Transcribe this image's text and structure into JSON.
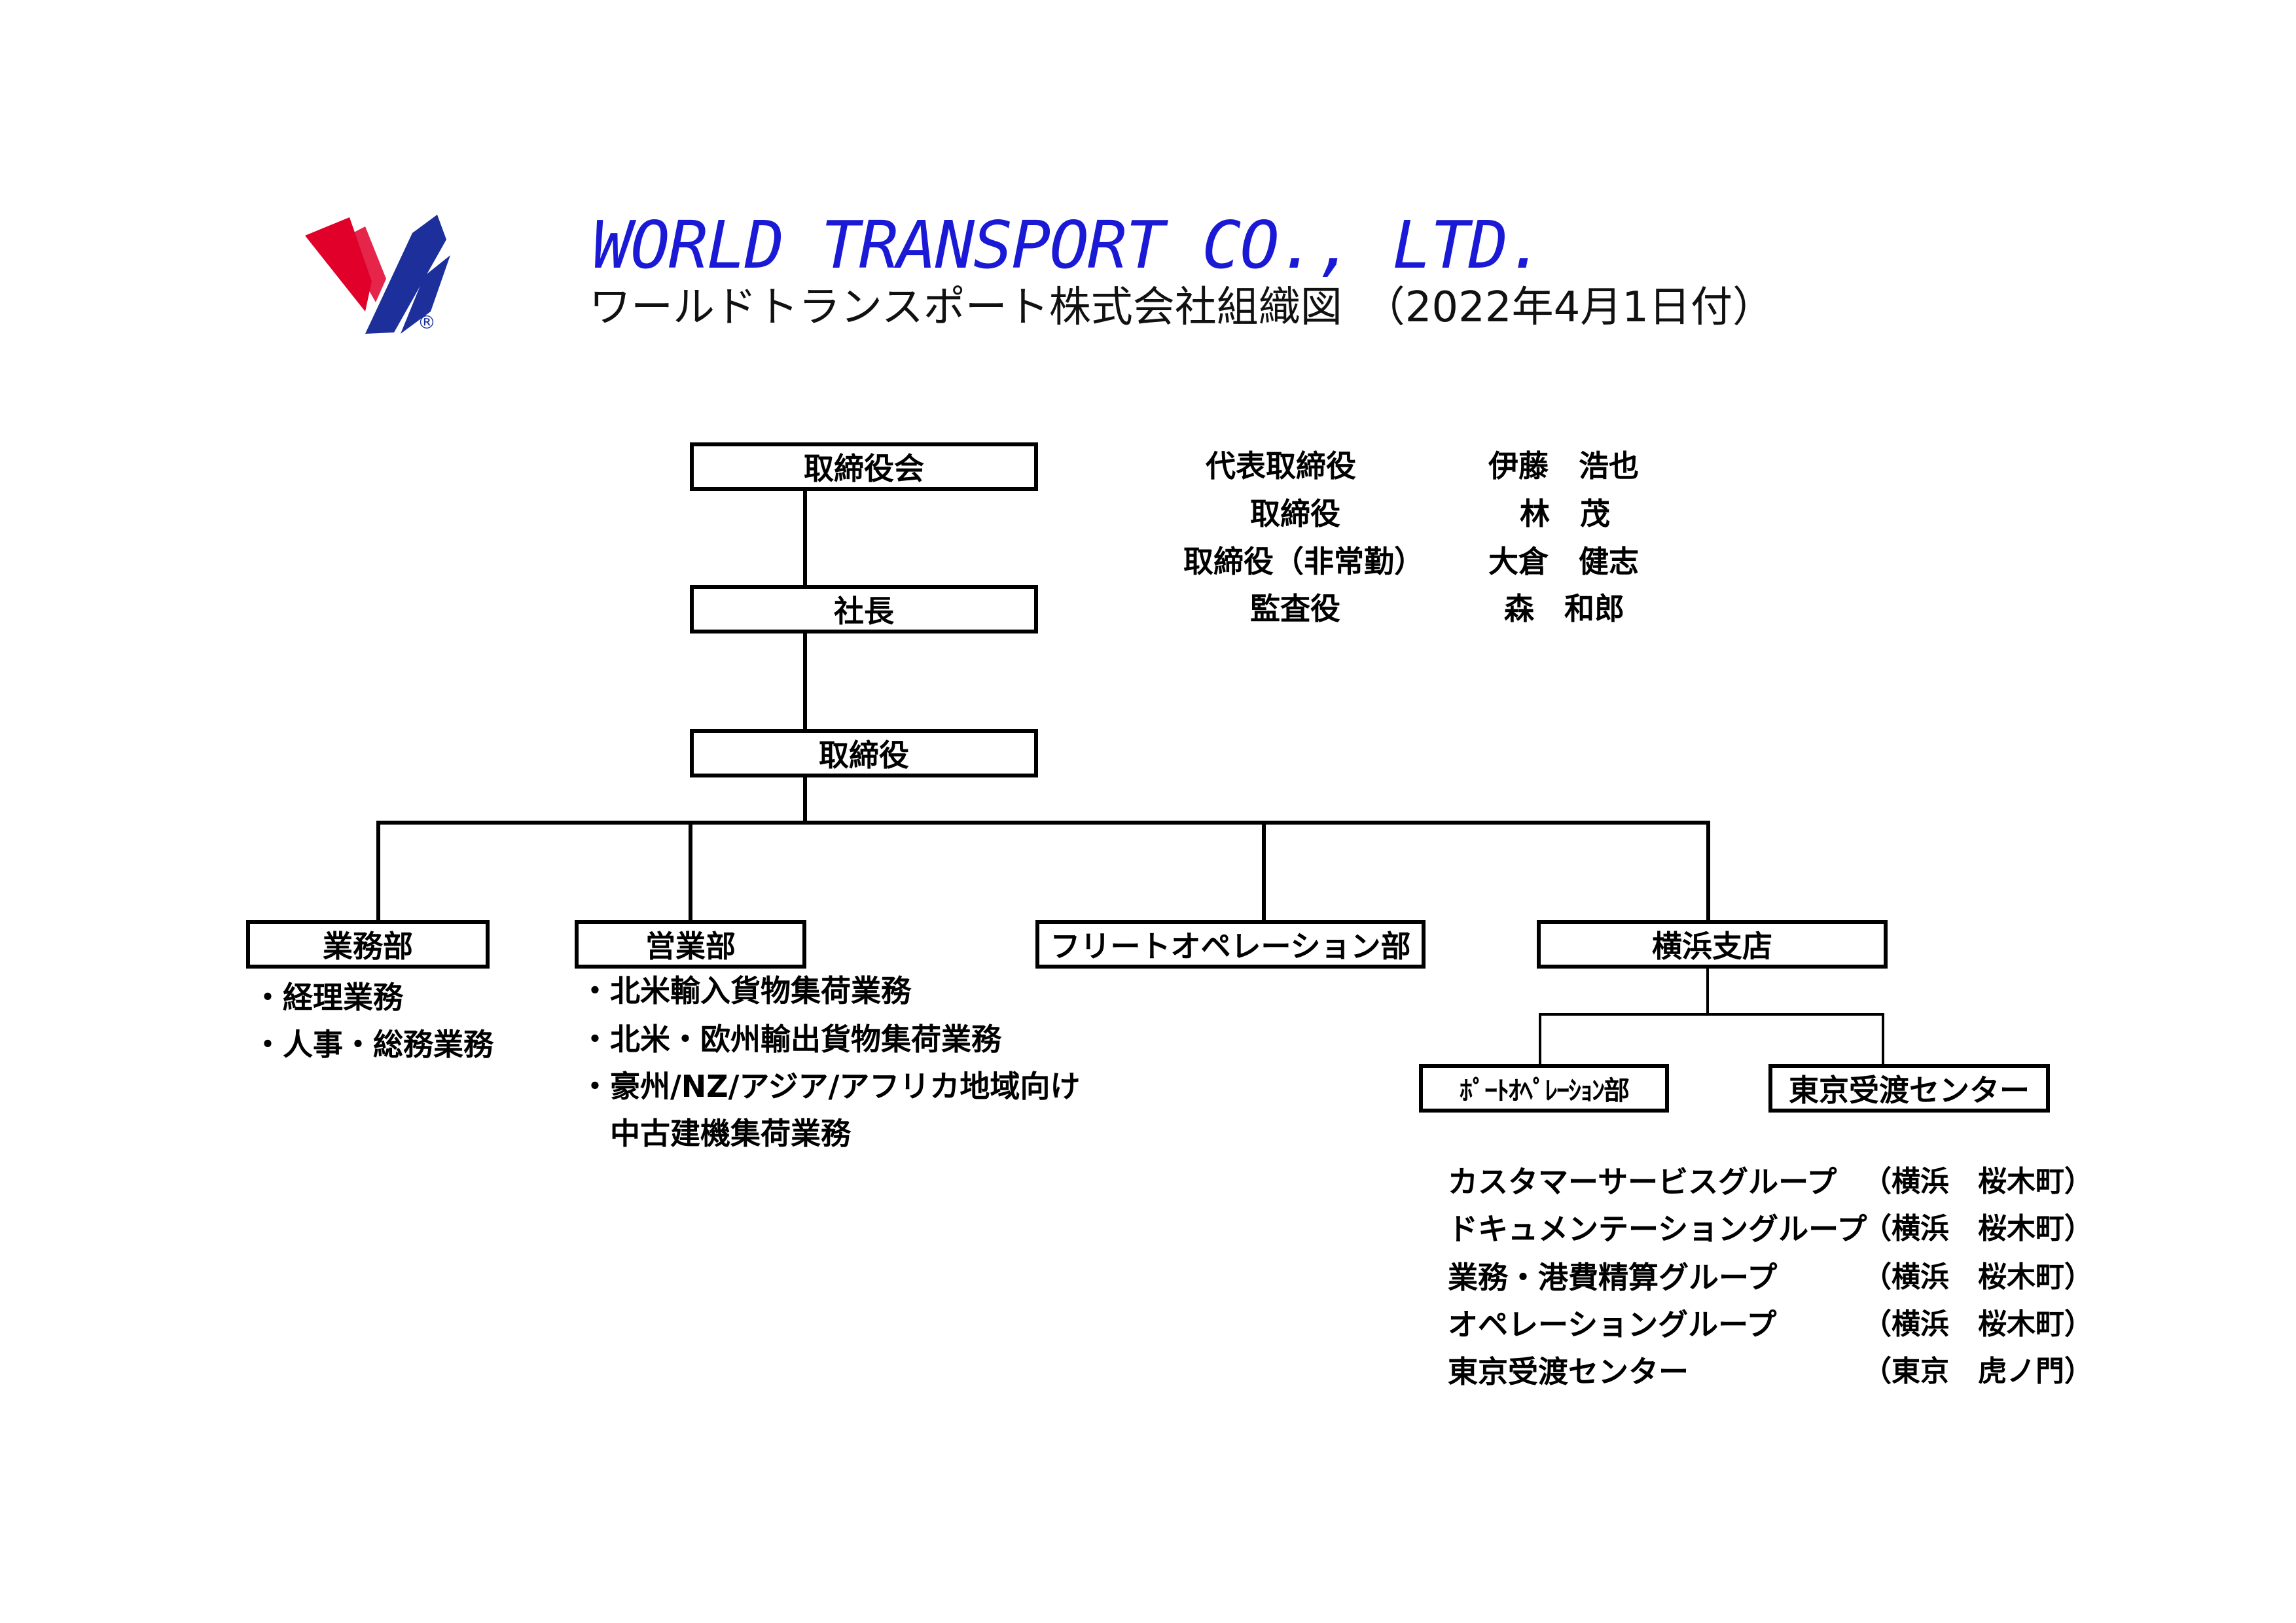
{
  "header": {
    "brand": "WORLD TRANSPORT CO., LTD.",
    "subtitle": "ワールドトランスポート株式会社組織図　（2022年4月1日付）",
    "logo_colors": {
      "red": "#e0002a",
      "blue": "#1c2f9a"
    },
    "logo_mark": "®"
  },
  "chart": {
    "board": "取締役会",
    "president": "社長",
    "directors": "取締役",
    "departments": [
      "業務部",
      "営業部",
      "フリートオペレーション部",
      "横浜支店"
    ],
    "yokohama_children": [
      "ﾎﾟｰﾄｵﾍﾟﾚｰｼｮﾝ部",
      "東京受渡センター"
    ]
  },
  "officers": [
    {
      "title": "代表取締役",
      "name": "伊藤　浩也"
    },
    {
      "title": "取締役",
      "name": "林　茂"
    },
    {
      "title": "取締役（非常勤）",
      "name": "大倉　健志"
    },
    {
      "title": "監査役",
      "name": "森　和郎"
    }
  ],
  "gyomu_duties": [
    "・経理業務",
    "・人事・総務業務"
  ],
  "eigyo_duties": [
    "・北米輸入貨物集荷業務",
    "・北米・欧州輸出貨物集荷業務",
    "・豪州/NZ/アジア/アフリカ地域向け",
    "　中古建機集荷業務"
  ],
  "groups": [
    {
      "name": "カスタマーサービスグループ",
      "location": "（横浜　桜木町）"
    },
    {
      "name": "ドキュメンテーショングループ",
      "location": "（横浜　桜木町）"
    },
    {
      "name": "業務・港費精算グループ",
      "location": "（横浜　桜木町）"
    },
    {
      "name": "オペレーショングループ",
      "location": "（横浜　桜木町）"
    },
    {
      "name": "東京受渡センター",
      "location": "（東京　虎ノ門）"
    }
  ]
}
